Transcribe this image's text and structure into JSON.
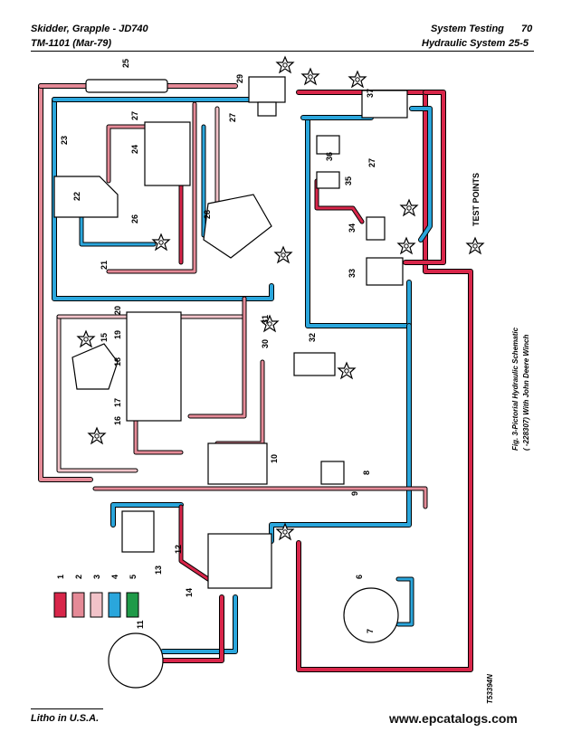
{
  "header": {
    "title_left": "Skidder, Grapple  -  JD740",
    "manual_id": "TM-1101    (Mar-79)",
    "section": "System Testing",
    "page_num": "70",
    "subsection": "Hydraulic System",
    "page_ref": "25-5"
  },
  "figure": {
    "caption_line1": "Fig. 3-Pictorial Hydraulic Schematic",
    "caption_line2": "(          -228307) With John Deere Winch",
    "test_points": "TEST POINTS",
    "image_code": "T53394N"
  },
  "legend": {
    "items": [
      {
        "num": "1",
        "color": "#d8264a"
      },
      {
        "num": "2",
        "color": "#e58a97"
      },
      {
        "num": "3",
        "color": "#f2c3c9"
      },
      {
        "num": "4",
        "color": "#2aa6dc"
      },
      {
        "num": "5",
        "color": "#1f9a48"
      }
    ]
  },
  "callouts": [
    "1",
    "2",
    "3",
    "4",
    "5",
    "6",
    "7",
    "8",
    "9",
    "10",
    "11",
    "12",
    "13",
    "14",
    "15",
    "16",
    "17",
    "18",
    "19",
    "20",
    "21",
    "22",
    "23",
    "24",
    "25",
    "26",
    "27",
    "27",
    "27",
    "28",
    "29",
    "30",
    "31",
    "32",
    "33",
    "34",
    "35",
    "36",
    "37"
  ],
  "footer": {
    "litho": "Litho in U.S.A.",
    "watermark": "www.epcatalogs.com"
  },
  "colors": {
    "pressure": "#d8264a",
    "return": "#e58a97",
    "pilot": "#f2c3c9",
    "supply": "#2aa6dc",
    "trapped": "#1f9a48"
  }
}
